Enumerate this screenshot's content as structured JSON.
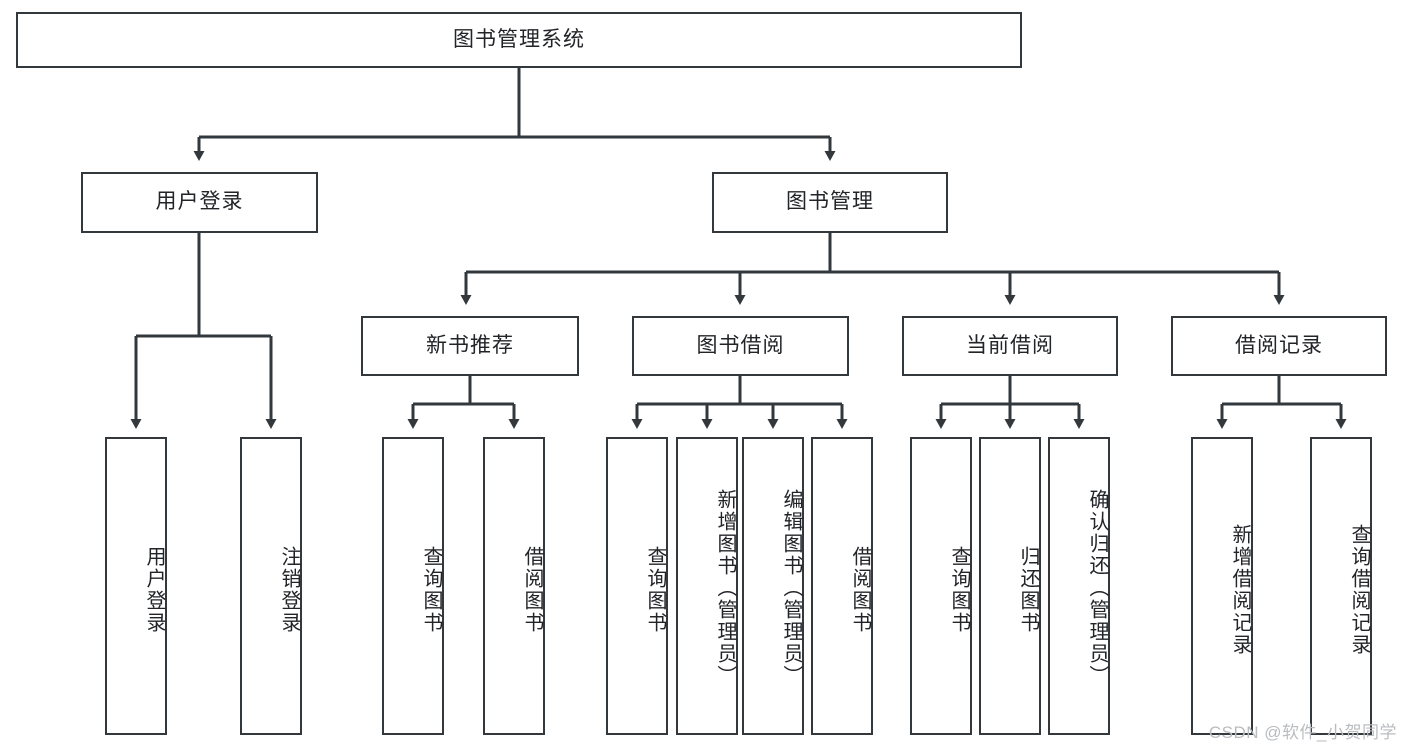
{
  "diagram": {
    "title": "图书管理系统",
    "type": "tree",
    "watermark": "CSDN @软件_小贺同学",
    "colors": {
      "box_border": "#33383d",
      "box_fill": "#ffffff",
      "connector": "#33383d",
      "text": "#222428",
      "watermark": "#b9bcc0",
      "background": "#ffffff"
    },
    "levels": [
      {
        "level": 1,
        "nodes": [
          {
            "id": "root",
            "label": "图书管理系统",
            "orientation": "horizontal"
          }
        ]
      },
      {
        "level": 2,
        "nodes": [
          {
            "id": "login",
            "label": "用户登录",
            "orientation": "horizontal",
            "parent": "root"
          },
          {
            "id": "bookmgmt",
            "label": "图书管理",
            "orientation": "horizontal",
            "parent": "root"
          }
        ]
      },
      {
        "level": 3,
        "nodes": [
          {
            "id": "newbook",
            "label": "新书推荐",
            "orientation": "horizontal",
            "parent": "bookmgmt"
          },
          {
            "id": "borrow",
            "label": "图书借阅",
            "orientation": "horizontal",
            "parent": "bookmgmt"
          },
          {
            "id": "current",
            "label": "当前借阅",
            "orientation": "horizontal",
            "parent": "bookmgmt"
          },
          {
            "id": "records",
            "label": "借阅记录",
            "orientation": "horizontal",
            "parent": "bookmgmt"
          }
        ]
      },
      {
        "level": 4,
        "nodes": [
          {
            "id": "leaf-user-login",
            "label": "用户登录",
            "orientation": "vertical",
            "parent": "login"
          },
          {
            "id": "leaf-user-logout",
            "label": "注销登录",
            "orientation": "vertical",
            "parent": "login"
          },
          {
            "id": "leaf-new-query",
            "label": "查询图书",
            "orientation": "vertical",
            "parent": "newbook"
          },
          {
            "id": "leaf-new-borrow",
            "label": "借阅图书",
            "orientation": "vertical",
            "parent": "newbook"
          },
          {
            "id": "leaf-borrow-query",
            "label": "查询图书",
            "orientation": "vertical",
            "parent": "borrow"
          },
          {
            "id": "leaf-borrow-add",
            "label": "新增图书（管理员）",
            "orientation": "vertical",
            "parent": "borrow"
          },
          {
            "id": "leaf-borrow-edit",
            "label": "编辑图书（管理员）",
            "orientation": "vertical",
            "parent": "borrow"
          },
          {
            "id": "leaf-borrow-lend",
            "label": "借阅图书",
            "orientation": "vertical",
            "parent": "borrow"
          },
          {
            "id": "leaf-current-query",
            "label": "查询图书",
            "orientation": "vertical",
            "parent": "current"
          },
          {
            "id": "leaf-current-return",
            "label": "归还图书",
            "orientation": "vertical",
            "parent": "current"
          },
          {
            "id": "leaf-current-confirm",
            "label": "确认归还（管理员）",
            "orientation": "vertical",
            "parent": "current"
          },
          {
            "id": "leaf-record-add",
            "label": "新增借阅记录",
            "orientation": "vertical",
            "parent": "records"
          },
          {
            "id": "leaf-record-query",
            "label": "查询借阅记录",
            "orientation": "vertical",
            "parent": "records"
          }
        ]
      }
    ]
  }
}
